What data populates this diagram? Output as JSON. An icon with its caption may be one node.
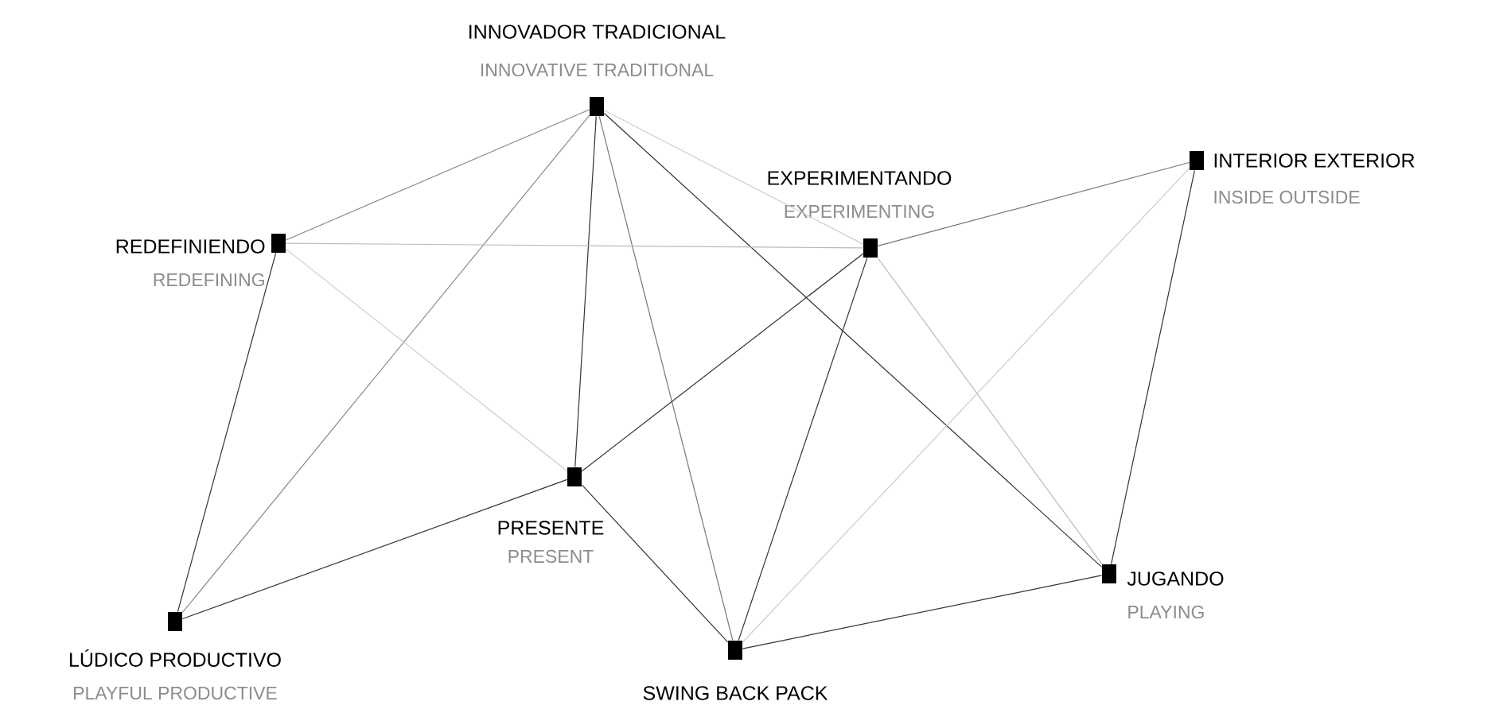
{
  "diagram": {
    "nodes": [
      {
        "text": [
          "INNOVADOR TRADICIONAL",
          "INNOVATIVE TRADITIONAL"
        ]
      },
      {
        "text": [
          "INTERIOR EXTERIOR",
          "INSIDE OUTSIDE"
        ]
      },
      {
        "text": [
          "REDEFINIENDO",
          "REDEFINING"
        ]
      },
      {
        "text": [
          "EXPERIMENTANDO",
          "EXPERIMENTING"
        ]
      },
      {
        "text": [
          "PRESENTE",
          "PRESENT"
        ]
      },
      {
        "text": [
          "JUGANDO",
          "PLAYING"
        ]
      },
      {
        "text": [
          "LÚDICO PRODUCTIVO",
          "PLAYFUL PRODUCTIVE"
        ]
      },
      {
        "text": [
          "SWING BACK PACK"
        ]
      }
    ],
    "edges": [
      {
        "from": 0,
        "to": 2,
        "arrow": "none",
        "color": "#888888"
      },
      {
        "from": 0,
        "to": 3,
        "arrow": "none",
        "color": "#cccccc"
      },
      {
        "from": 0,
        "to": 4,
        "arrow": "none"
      },
      {
        "from": 0,
        "to": 5,
        "arrow": "none"
      },
      {
        "from": 0,
        "to": 6,
        "arrow": "none",
        "color": "#888888"
      },
      {
        "from": 0,
        "to": 7,
        "arrow": "none",
        "color": "#777777"
      },
      {
        "from": 2,
        "to": 3,
        "arrow": "none",
        "color": "#bbbbbb"
      },
      {
        "from": 2,
        "to": 4,
        "arrow": "none",
        "color": "#cccccc"
      },
      {
        "from": 2,
        "to": 6,
        "arrow": "none"
      },
      {
        "from": 3,
        "to": 1,
        "arrow": "none",
        "color": "#777777"
      },
      {
        "from": 3,
        "to": 4,
        "arrow": "none"
      },
      {
        "from": 3,
        "to": 5,
        "arrow": "none",
        "color": "#bbbbbb"
      },
      {
        "from": 3,
        "to": 7,
        "arrow": "none"
      },
      {
        "from": 1,
        "to": 7,
        "arrow": "none",
        "color": "#cccccc"
      },
      {
        "from": 1,
        "to": 5,
        "arrow": "none"
      },
      {
        "from": 6,
        "to": 4,
        "arrow": "none"
      },
      {
        "from": 4,
        "to": 7,
        "arrow": "none"
      },
      {
        "from": 7,
        "to": 5,
        "arrow": "none"
      }
    ]
  }
}
